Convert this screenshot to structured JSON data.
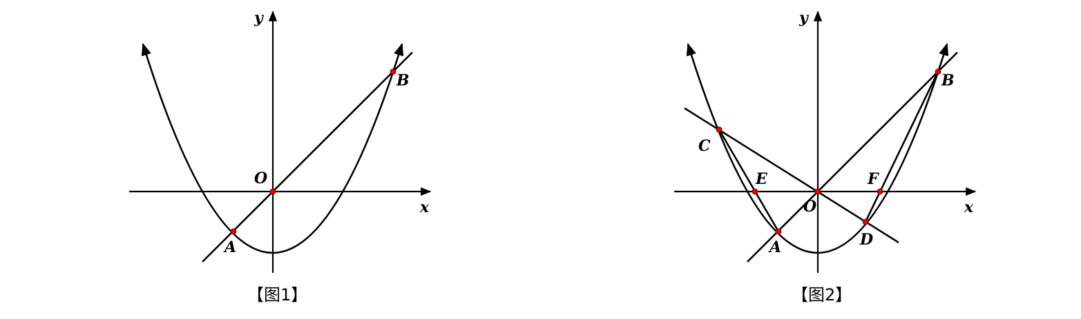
{
  "figure1": {
    "caption": "【图1】",
    "x_axis_label": "x",
    "y_axis_label": "y",
    "points": {
      "O": "O",
      "A": "A",
      "B": "B"
    }
  },
  "figure2": {
    "caption": "【图2】",
    "x_axis_label": "x",
    "y_axis_label": "y",
    "points": {
      "O": "O",
      "A": "A",
      "B": "B",
      "C": "C",
      "D": "D",
      "E": "E",
      "F": "F"
    }
  },
  "colors": {
    "point": "#e00000",
    "stroke": "#000000"
  }
}
